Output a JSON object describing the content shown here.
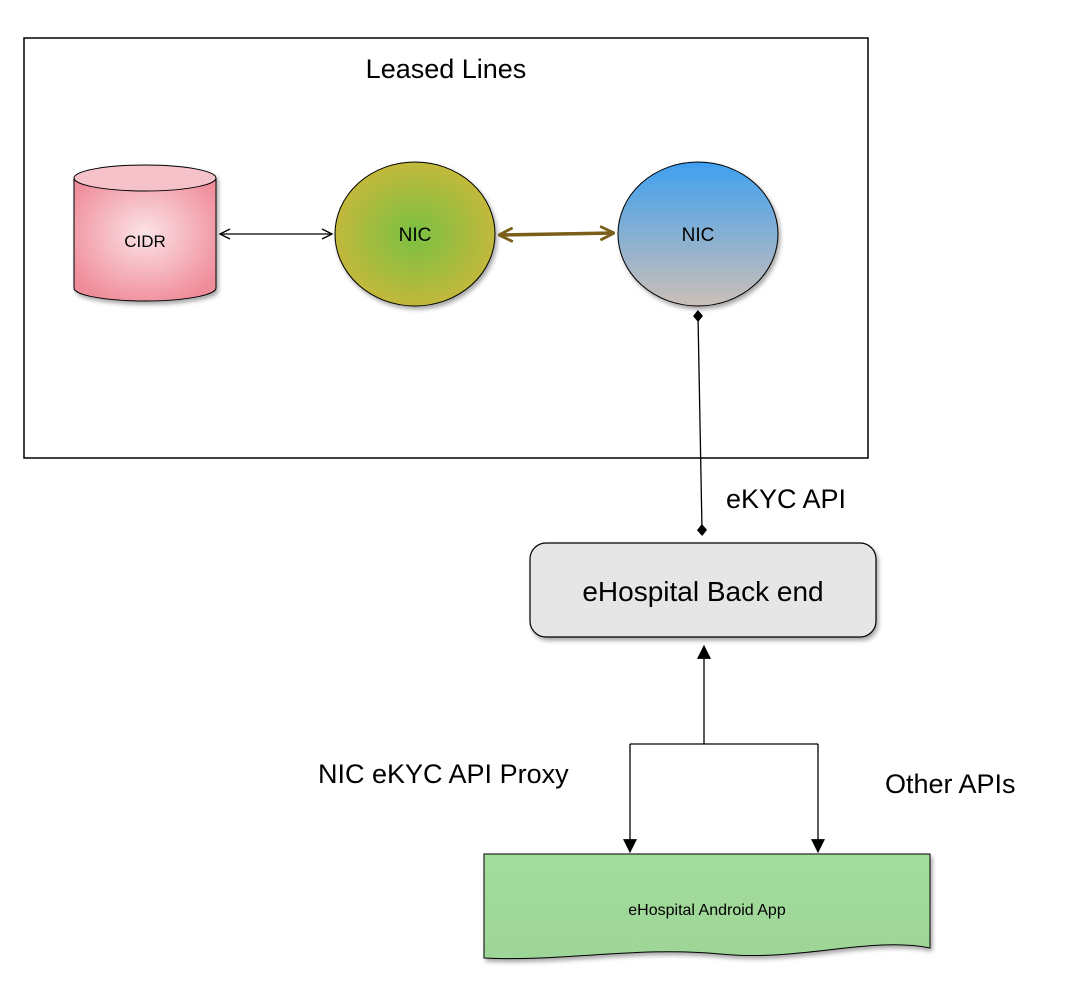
{
  "container": {
    "title": "Leased Lines"
  },
  "nodes": {
    "cidr": {
      "label": "CIDR",
      "shape": "cylinder"
    },
    "nic_left": {
      "label": "NIC",
      "shape": "ellipse"
    },
    "nic_right": {
      "label": "NIC",
      "shape": "ellipse"
    },
    "backend": {
      "label": "eHospital Back end",
      "shape": "rounded-rect"
    },
    "android_app": {
      "label": "eHospital Android App",
      "shape": "document"
    }
  },
  "edges": {
    "ekyc_api": {
      "label": "eKYC API"
    },
    "proxy": {
      "label": "NIC eKYC API Proxy"
    },
    "other_apis": {
      "label": "Other APIs"
    }
  },
  "colors": {
    "cidr_fill": "#f3a3ae",
    "nic_left_center": "#79c043",
    "nic_left_edge": "#c9b83a",
    "nic_right_top": "#4aa3ee",
    "nic_right_bottom": "#c9c0b8",
    "backend_fill": "#e6e6e6",
    "app_fill": "#a3dc9c",
    "double_arrow": "#7a5e1a"
  }
}
